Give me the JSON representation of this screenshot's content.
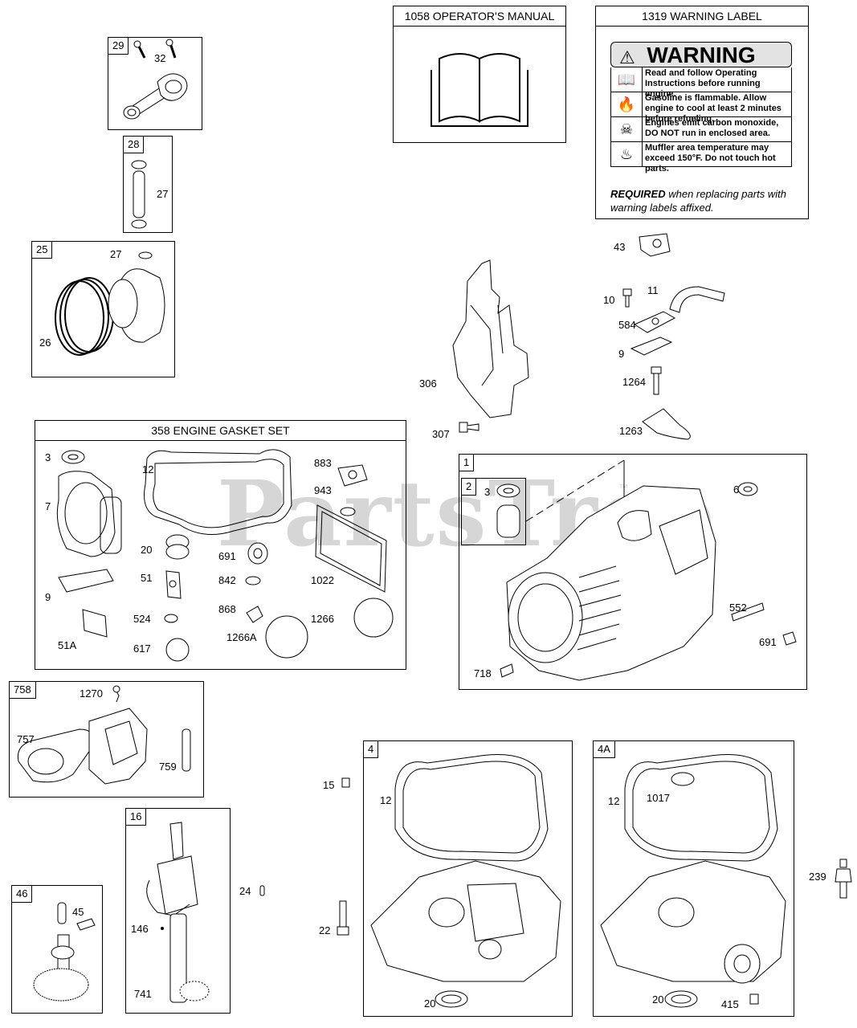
{
  "watermark": "PartsTree",
  "trademark": "™",
  "kits": {
    "manual": "1058 OPERATOR'S MANUAL",
    "warning": "1319 WARNING LABEL",
    "gasket": "358 ENGINE GASKET SET"
  },
  "warning_label": {
    "banner": "WARNING",
    "rows": [
      {
        "icon": "book-icon",
        "text": "Read and follow Operating Instructions before running engine."
      },
      {
        "icon": "flame-icon",
        "text": "Gasoline is flammable. Allow engine to cool at least 2 minutes before refueling."
      },
      {
        "icon": "person-icon",
        "text": "Engines emit carbon monoxide, DO NOT run in enclosed area."
      },
      {
        "icon": "heat-icon",
        "text": "Muffler area temperature may exceed 150°F.  Do not touch hot parts."
      }
    ],
    "required_bold": "REQUIRED",
    "required_rest": " when replacing parts with warning labels affixed."
  },
  "assemblies": {
    "a29": "29",
    "a28": "28",
    "a25": "25",
    "a1": "1",
    "a2": "2",
    "a758": "758",
    "a16": "16",
    "a46": "46",
    "a4": "4",
    "a4A": "4A"
  },
  "callouts": {
    "c32": "32",
    "c27a": "27",
    "c27b": "27",
    "c26": "26",
    "c43": "43",
    "c10": "10",
    "c11": "11",
    "c584": "584",
    "c9a": "9",
    "c1264": "1264",
    "c1263": "1263",
    "c306": "306",
    "c307": "307",
    "g3": "3",
    "g12": "12",
    "g883": "883",
    "g943": "943",
    "g7": "7",
    "g20": "20",
    "g691": "691",
    "g842": "842",
    "g1022": "1022",
    "g9": "9",
    "g51": "51",
    "g868": "868",
    "g1266": "1266",
    "g524": "524",
    "g51A": "51A",
    "g617": "617",
    "g1266A": "1266A",
    "b3": "3",
    "b6": "6",
    "b552": "552",
    "b691": "691",
    "b718": "718",
    "c1270": "1270",
    "c757": "757",
    "c759": "759",
    "c15": "15",
    "c24": "24",
    "c22": "22",
    "c146": "146",
    "c741": "741",
    "c45": "45",
    "p12": "12",
    "p20": "20",
    "q12": "12",
    "q1017": "1017",
    "q20": "20",
    "q415": "415",
    "c239": "239"
  }
}
